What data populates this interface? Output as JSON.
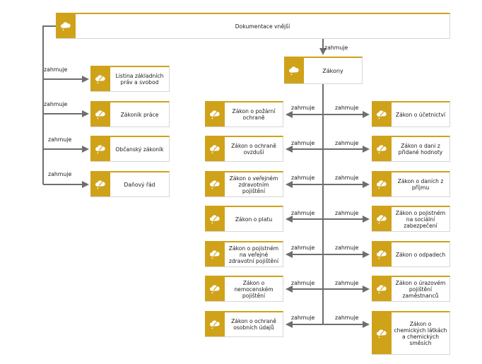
{
  "diagram": {
    "root": {
      "label": "Dokumentace vnější",
      "icon": "cloud-document-icon"
    },
    "zakony": {
      "label": "Zákony",
      "icon": "cloud-document-icon"
    },
    "edge_label": "zahmuje",
    "left_items": [
      {
        "label": "Listina základních práv a svobod"
      },
      {
        "label": "Zákoník práce"
      },
      {
        "label": "Občanský zákoník"
      },
      {
        "label": "Daňový řád"
      }
    ],
    "law_left": [
      {
        "label": "Zákon o požární ochraně"
      },
      {
        "label": "Zákon o ochraně ovzduší"
      },
      {
        "label": "Zákon o veřejném zdravotním pojištění"
      },
      {
        "label": "Zákon o platu"
      },
      {
        "label": "Zákon o pojistném na veřejné zdravotní pojištění"
      },
      {
        "label": "Zákon o nemocenském pojištění"
      },
      {
        "label": "Zákon o ochraně osobních údajů"
      }
    ],
    "law_right": [
      {
        "label": "Zákon o účetnictví"
      },
      {
        "label": "Zákon o dani z přidané hodnoty"
      },
      {
        "label": "Zákon o daních z příjmu"
      },
      {
        "label": "Zákon o pojistném na sociální zabezpečení"
      },
      {
        "label": "Zákon o odpadech"
      },
      {
        "label": "Zákon o úrazovém pojištění zaměstnanců"
      },
      {
        "label": "Zákon o chemických látkách a chemických směsích"
      }
    ]
  },
  "colors": {
    "accent": "#cfa21a",
    "line": "#6e6e6e",
    "border": "#d7d7d7"
  }
}
